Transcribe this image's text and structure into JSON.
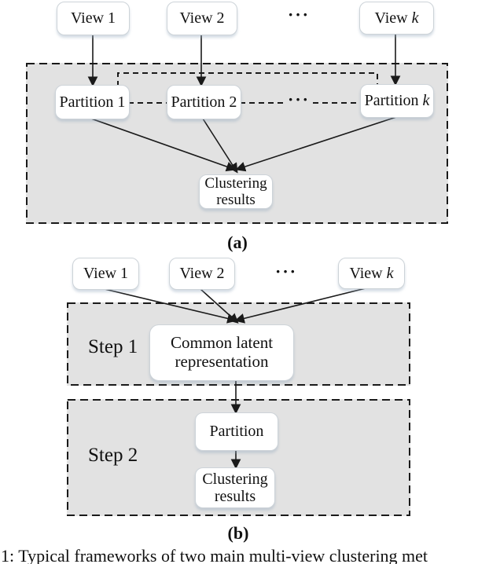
{
  "panel_a": {
    "views": [
      {
        "text": "View 1",
        "var": ""
      },
      {
        "text": "View 2",
        "var": ""
      },
      {
        "text": "View ",
        "var": "k"
      }
    ],
    "views_ellipsis": "···",
    "partitions": [
      {
        "text": "Partition 1",
        "var": ""
      },
      {
        "text": "Partition 2",
        "var": ""
      },
      {
        "text": "Partition ",
        "var": "k"
      }
    ],
    "partitions_ellipsis": "···",
    "clustering_line1": "Clustering",
    "clustering_line2": "results",
    "label": "(a)"
  },
  "panel_b": {
    "views": [
      {
        "text": "View 1",
        "var": ""
      },
      {
        "text": "View 2",
        "var": ""
      },
      {
        "text": "View ",
        "var": "k"
      }
    ],
    "views_ellipsis": "···",
    "step1_label": "Step 1",
    "step2_label": "Step 2",
    "latent_line1": "Common latent",
    "latent_line2": "representation",
    "partition_label": "Partition",
    "clustering_line1": "Clustering",
    "clustering_line2": "results",
    "label": "(b)"
  },
  "caption": "1: Typical frameworks of two main multi-view clustering met",
  "colors": {
    "panel_fill": "#e2e2e2",
    "line": "#1a1a1a",
    "box_border": "#cdd3d8"
  }
}
